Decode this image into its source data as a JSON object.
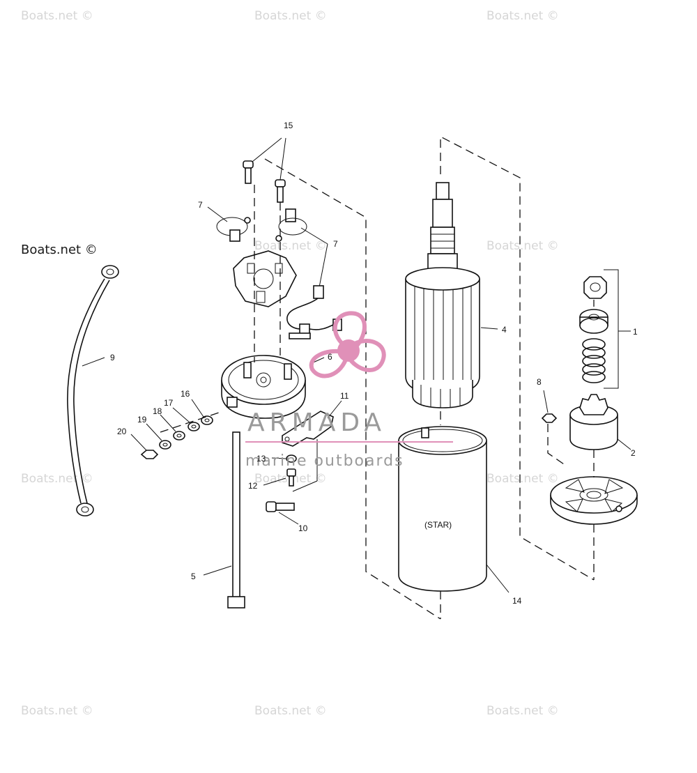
{
  "watermarks": {
    "tiled_text": "Boats.net ©",
    "left_text": "Boats.net ©"
  },
  "logo": {
    "brand": "ARMADA",
    "tagline": "marine outboards",
    "accent_color": "#e090b8"
  },
  "diagram": {
    "label_on_housing": "(STAR)",
    "callouts": [
      "1",
      "2",
      "4",
      "5",
      "6",
      "7",
      "7",
      "8",
      "9",
      "10",
      "11",
      "12",
      "13",
      "14",
      "15",
      "16",
      "17",
      "18",
      "19",
      "20"
    ]
  }
}
